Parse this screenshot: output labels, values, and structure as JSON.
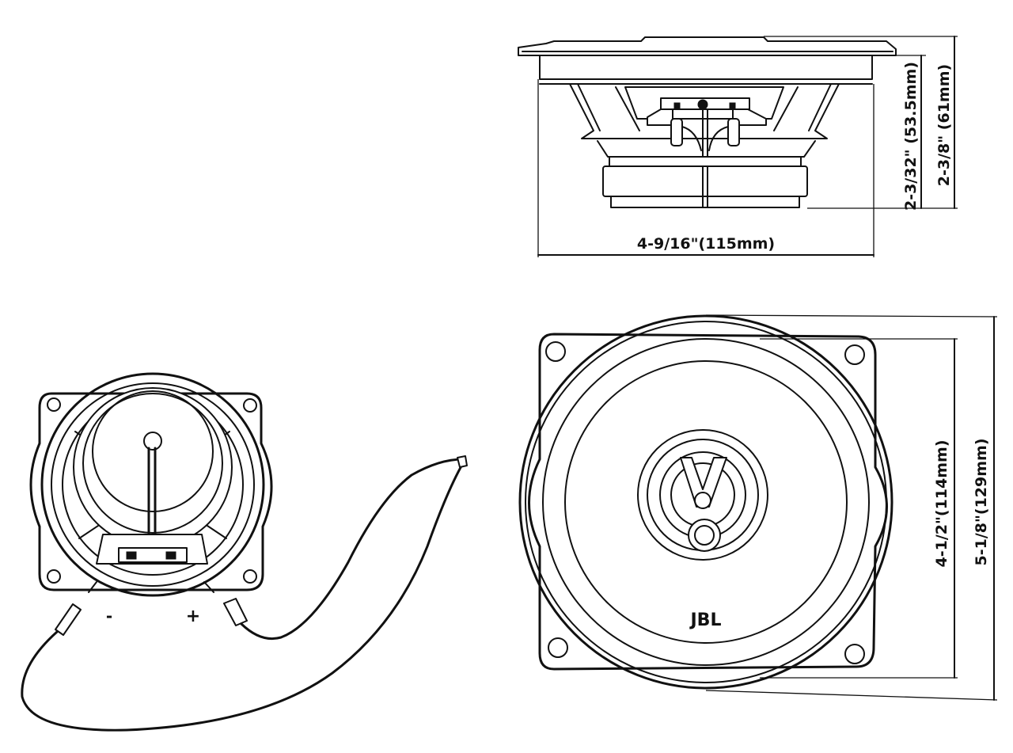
{
  "side_view": {
    "width_label": "4-9/16\"(115mm)",
    "depth_label": "2-3/32\" (53.5mm)",
    "height_label": "2-3/8\" (61mm)"
  },
  "front_view": {
    "cone_diameter_label": "4-1/2\"(114mm)",
    "outer_diameter_label": "5-1/8\"(129mm)",
    "logo_text": "JBL"
  },
  "rear_view": {
    "negative_terminal": "-",
    "positive_terminal": "+"
  }
}
